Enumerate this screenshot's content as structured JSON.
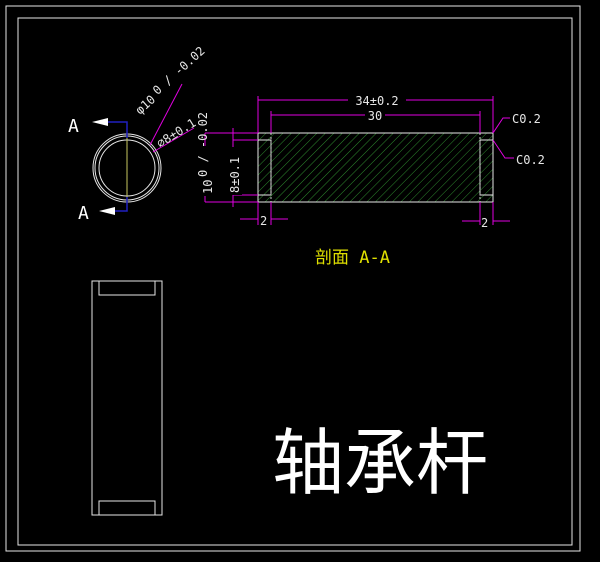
{
  "colors": {
    "background": "#000000",
    "outline": "#e6e6e6",
    "dimension": "#e000e0",
    "hatch": "#2e8a2e",
    "cut_line": "#2020c0",
    "caption": "#e0e000"
  },
  "end_view": {
    "section_label_top": "A",
    "section_label_bottom": "A",
    "outer_diameter": "φ10",
    "outer_tol": "0 / -0.02",
    "inner_diameter": "⌀8±0.1"
  },
  "section_view": {
    "overall_length": "34±0.2",
    "inner_length": "30",
    "chamfer_outer": "C0.2",
    "chamfer_inner": "C0.2",
    "left_depth": "2",
    "right_depth": "2",
    "outer_height": "10",
    "outer_height_tol": "0 / -0.02",
    "inner_height": "8±0.1",
    "caption": "剖面 A-A"
  },
  "title": "轴承杆"
}
